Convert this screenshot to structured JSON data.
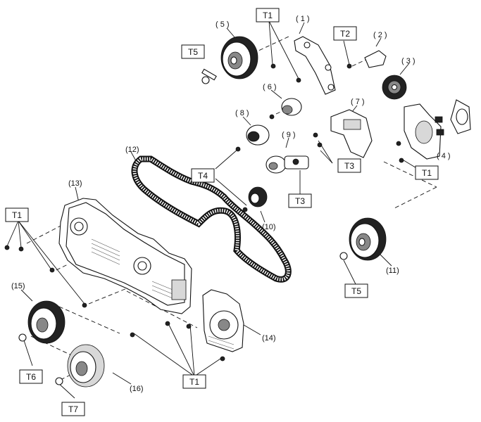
{
  "parts": {
    "p1": "( 1 )",
    "p2": "( 2 )",
    "p3": "( 3 )",
    "p4": "( 4 )",
    "p5": "( 5 )",
    "p6": "( 6 )",
    "p7": "( 7 )",
    "p8": "( 8 )",
    "p9": "( 9 )",
    "p10": "(10)",
    "p11": "(11)",
    "p12": "(12)",
    "p13": "(13)",
    "p14": "(14)",
    "p15": "(15)",
    "p16": "(16)"
  },
  "torque": {
    "t1": "T1",
    "t2": "T2",
    "t3": "T3",
    "t4": "T4",
    "t5": "T5",
    "t6": "T6",
    "t7": "T7"
  }
}
